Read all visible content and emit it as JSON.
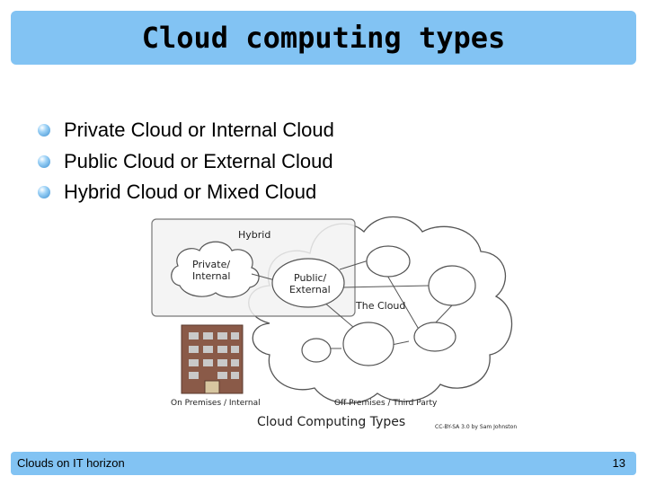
{
  "slide": {
    "title": "Cloud computing types",
    "bullets": [
      "Private Cloud or Internal Cloud",
      "Public Cloud or External Cloud",
      "Hybrid Cloud or Mixed Cloud"
    ]
  },
  "diagram": {
    "hybrid_label": "Hybrid",
    "private_label_line1": "Private/",
    "private_label_line2": "Internal",
    "public_label_line1": "Public/",
    "public_label_line2": "External",
    "cloud_label": "The Cloud",
    "on_premises_label": "On Premises / Internal",
    "off_premises_label": "Off Premises / Third Party",
    "caption": "Cloud Computing Types",
    "credit": "CC-BY-SA 3.0 by Sam Johnston"
  },
  "footer": {
    "left_text": "Clouds on IT horizon",
    "page_number": "13"
  },
  "colors": {
    "title_bar": "#82c3f3",
    "footer_bar": "#82c3f3",
    "building": "#8a5a48"
  }
}
